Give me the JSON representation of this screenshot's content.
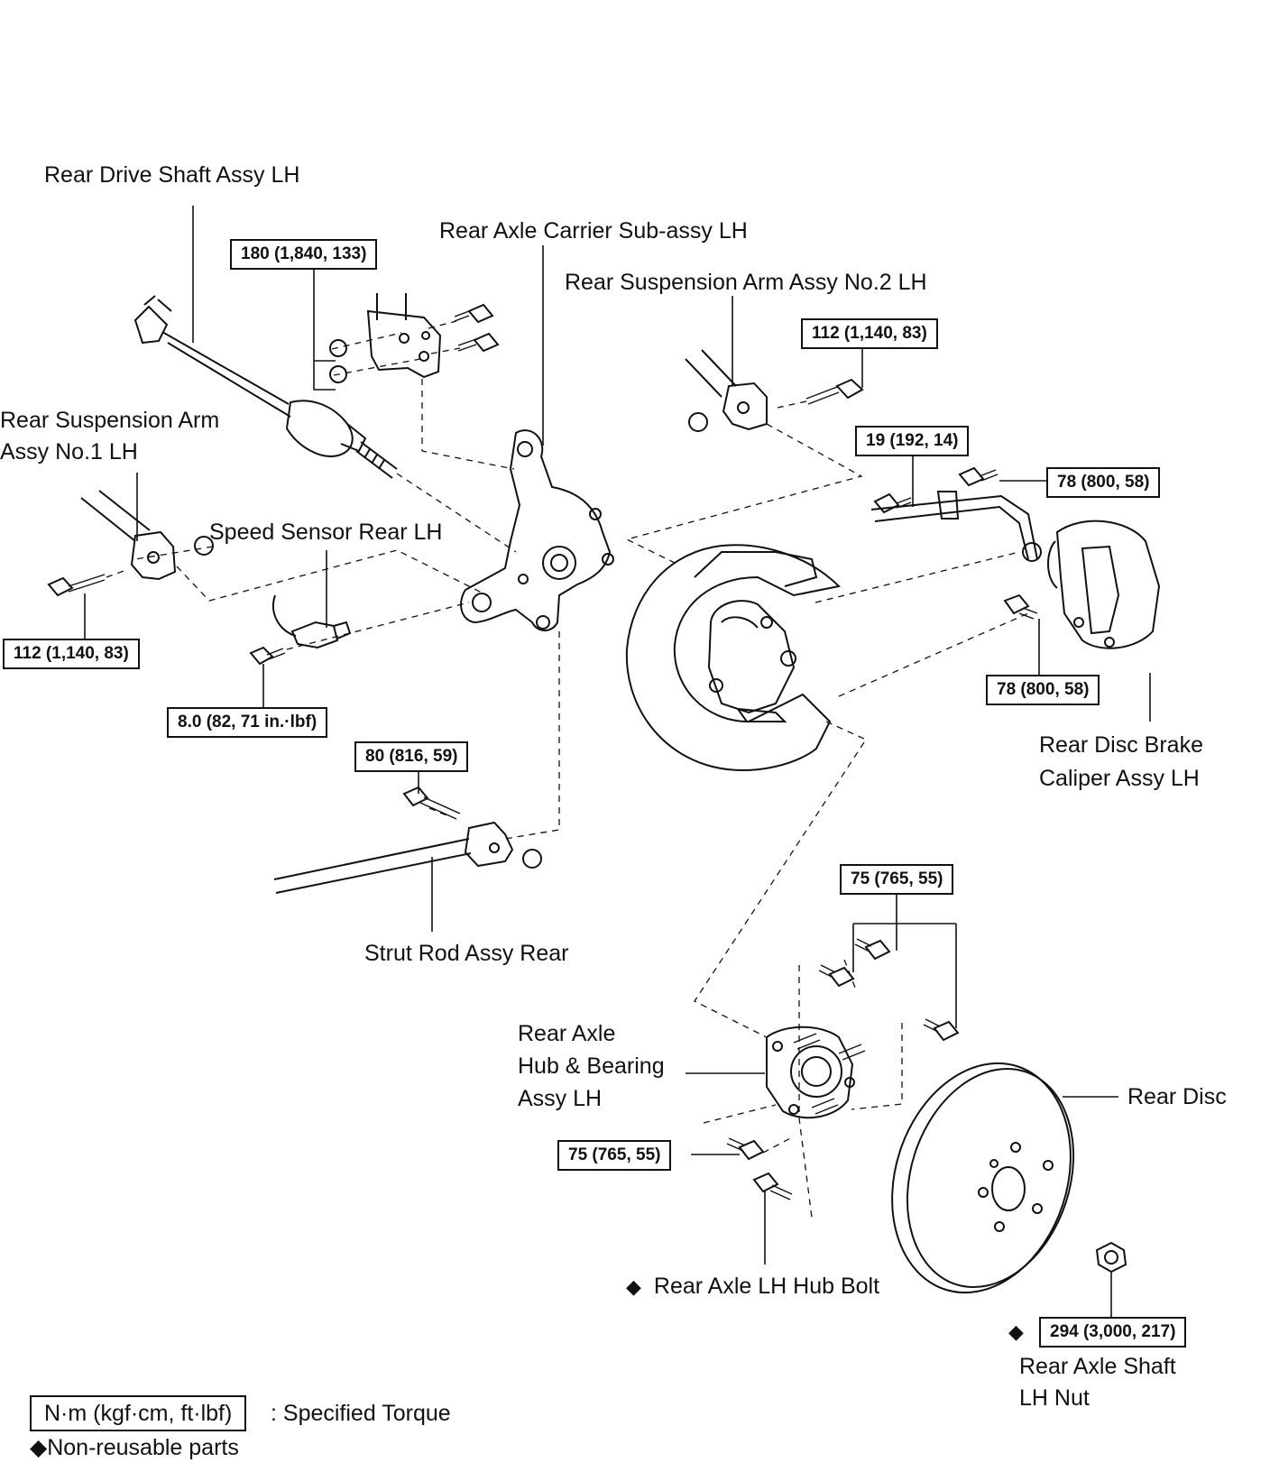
{
  "parts": {
    "drive_shaft": "Rear Drive Shaft Assy LH",
    "axle_carrier": "Rear Axle Carrier Sub-assy LH",
    "arm_no2": "Rear Suspension Arm Assy No.2 LH",
    "arm_no1_line1": "Rear Suspension Arm",
    "arm_no1_line2": "Assy No.1 LH",
    "speed_sensor": "Speed Sensor Rear LH",
    "caliper_line1": "Rear Disc Brake",
    "caliper_line2": "Caliper Assy LH",
    "strut_rod": "Strut Rod Assy Rear",
    "hub_line1": "Rear Axle",
    "hub_line2": "Hub & Bearing",
    "hub_line3": "Assy LH",
    "rear_disc": "Rear Disc",
    "hub_bolt": "Rear Axle LH Hub Bolt",
    "shaft_nut_line1": "Rear Axle Shaft",
    "shaft_nut_line2": "LH Nut"
  },
  "torques": {
    "t_180": "180 (1,840, 133)",
    "t_112_arm2": "112 (1,140, 83)",
    "t_19": "19 (192, 14)",
    "t_78_upper": "78 (800, 58)",
    "t_112_arm1": "112 (1,140, 83)",
    "t_8": "8.0 (82, 71 in.·lbf)",
    "t_80": "80 (816, 59)",
    "t_78_lower": "78 (800, 58)",
    "t_75_upper": "75 (765, 55)",
    "t_75_lower": "75 (765, 55)",
    "t_294": "294 (3,000, 217)"
  },
  "symbols": {
    "diamond": "◆"
  },
  "legend": {
    "unit_box": "N·m (kgf·cm, ft·lbf)",
    "unit_desc": ": Specified Torque",
    "nonreusable": "◆Non-reusable parts"
  }
}
